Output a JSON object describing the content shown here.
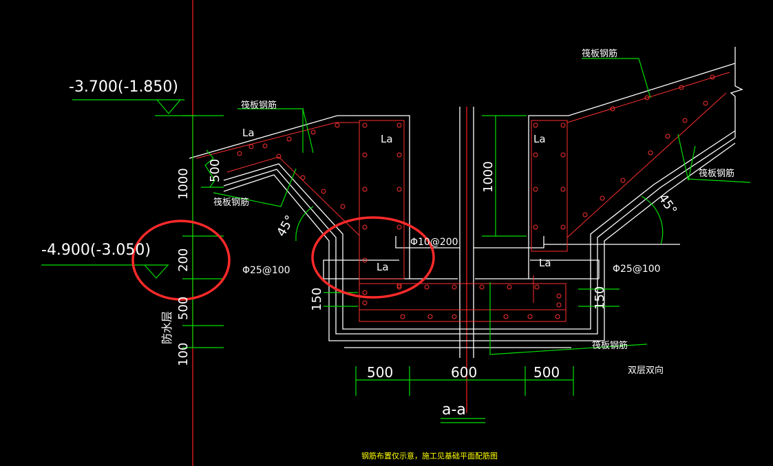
{
  "colors": {
    "background": "#000000",
    "annotation_text": "#ffffff",
    "dimension_lines": "#00e000",
    "rebar": "#ff2020",
    "highlight_circle": "#ff2a2a",
    "footnote": "#ffff00"
  },
  "levels": {
    "top": "-3.700(-1.850)",
    "bottom": "-4.900(-3.050)"
  },
  "dimensions": {
    "left_1000": "1000",
    "slab_500": "500",
    "d_200": "200",
    "d_500": "500",
    "d_100": "100",
    "right_1000": "1000",
    "d150_left": "150",
    "d150_right": "150",
    "bottom_left": "500",
    "bottom_mid": "600",
    "bottom_right": "500"
  },
  "labels": {
    "raft_rebar_top_left": "筏板钢筋",
    "raft_rebar_left_low": "筏板钢筋",
    "raft_rebar_top_right": "筏板钢筋",
    "raft_rebar_right": "筏板钢筋",
    "raft_rebar_bottom": "筏板钢筋",
    "double_layer": "双层双向",
    "waterproof": "防水层",
    "la_1": "La",
    "la_2": "La",
    "la_3": "La",
    "la_4": "La",
    "la_5": "La",
    "angle_left": "45°",
    "angle_right": "45°",
    "phi10": "Φ10@200",
    "phi25_left": "Φ25@100",
    "phi25_right": "Φ25@100",
    "section_title": "a-a",
    "footnote": "钢筋布置仅示意，施工见基础平面配筋图"
  }
}
